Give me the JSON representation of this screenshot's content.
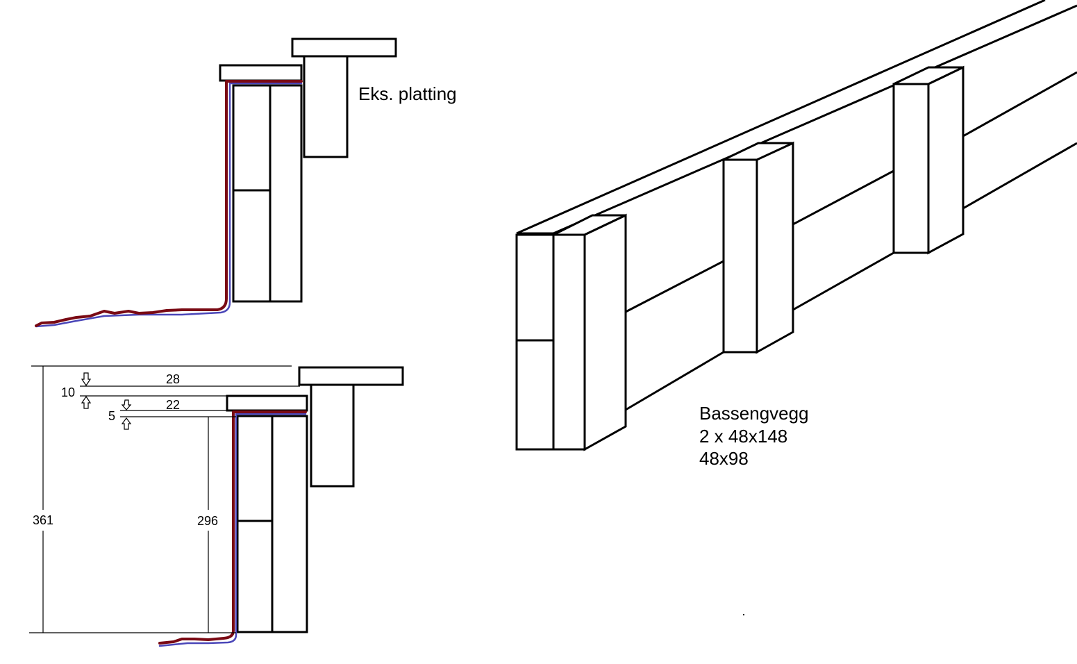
{
  "labels": {
    "deck": "Eks. platting",
    "wall_title": "Bassengvegg",
    "wall_spec_1": "2 x 48x148",
    "wall_spec_2": "48x98"
  },
  "dimensions": {
    "total_height": "361",
    "wall_height": "296",
    "deck_offset": "10",
    "deck_thickness": "28",
    "cap_offset": "5",
    "cap_thickness": "22"
  },
  "colors": {
    "liner_outer": "#7a0a14",
    "liner_inner": "#4a46b8",
    "line": "#000000"
  }
}
